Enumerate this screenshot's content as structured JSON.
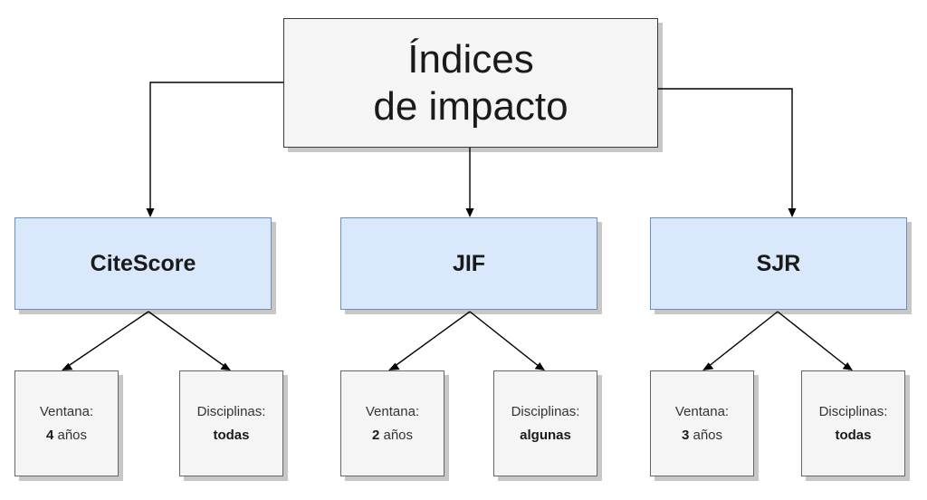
{
  "root": {
    "line1": "Índices",
    "line2": "de impacto"
  },
  "metrics": [
    {
      "name": "CiteScore",
      "window_label": "Ventana:",
      "window_value": "4",
      "window_unit": "años",
      "disciplines_label": "Disciplinas:",
      "disciplines_value": "todas"
    },
    {
      "name": "JIF",
      "window_label": "Ventana:",
      "window_value": "2",
      "window_unit": "años",
      "disciplines_label": "Disciplinas:",
      "disciplines_value": "algunas"
    },
    {
      "name": "SJR",
      "window_label": "Ventana:",
      "window_value": "3",
      "window_unit": "años",
      "disciplines_label": "Disciplinas:",
      "disciplines_value": "todas"
    }
  ]
}
